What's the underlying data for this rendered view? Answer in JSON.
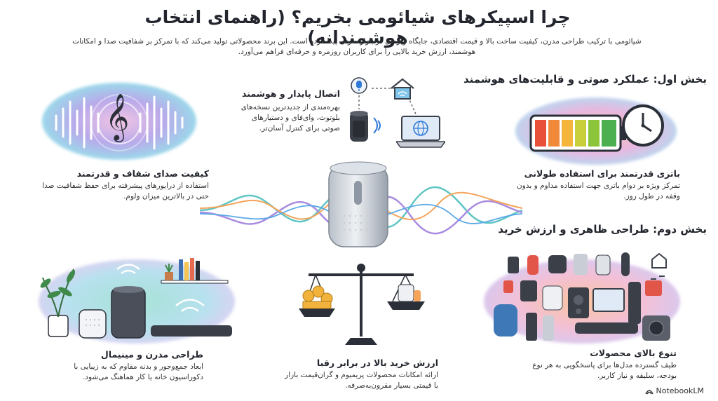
{
  "header": {
    "title": "چرا اسپیکرهای شیائومی بخریم؟ (راهنمای انتخاب هوشمندانه)",
    "intro": "شیائومی با ترکیب طراحی مدرن، کیفیت ساخت بالا و قیمت اقتصادی، جایگاه ویژه‌ای در بازار صوتی پیدا کرده است. این برند محصولاتی تولید می‌کند که با تمرکز بر شفافیت صدا و امکانات هوشمند، ارزش خرید بالایی را برای کاربران روزمره و حرفه‌ای فراهم می‌آورد."
  },
  "sections": {
    "part1": "بخش اول: عملکرد صوتی و قابلیت‌های هوشمند",
    "part2": "بخش دوم: طراحی ظاهری و ارزش خرید"
  },
  "features": {
    "sound": {
      "title": "کیفیت صدای شفاف و قدرتمند",
      "desc": "استفاده از درایورهای پیشرفته برای حفظ شفافیت صدا حتی در بالاترین میزان ولوم."
    },
    "connect": {
      "title": "اتصال پایدار و هوشمند",
      "desc": "بهره‌مندی از جدیدترین نسخه‌های بلوتوث، وای‌فای و دستیارهای صوتی برای کنترل آسان‌تر."
    },
    "battery": {
      "title": "باتری قدرتمند برای استفاده طولانی",
      "desc": "تمرکز ویژه بر دوام باتری جهت استفاده مداوم و بدون وقفه در طول روز."
    },
    "design": {
      "title": "طراحی مدرن و مینیمال",
      "desc": "ابعاد جمع‌وجور و بدنه مقاوم که به زیبایی با دکوراسیون خانه یا کار هماهنگ می‌شود."
    },
    "value": {
      "title": "ارزش خرید بالا در برابر رقبا",
      "desc": "ارائه امکانات محصولات پریمیوم و گران‌قیمت بازار با قیمتی بسیار مقرون‌به‌صرفه."
    },
    "variety": {
      "title": "تنوع بالای محصولات",
      "desc": "طیف گسترده مدل‌ها برای پاسخگویی به هر نوع بودجه، سلیقه و نیاز کاربر."
    }
  },
  "branding": {
    "logo_text": "NotebookLM"
  },
  "colors": {
    "teal": "#5fc6c4",
    "purple": "#a98ce0",
    "orange": "#f5a45a",
    "blue": "#5aa9e6",
    "dark": "#2b2f38"
  }
}
